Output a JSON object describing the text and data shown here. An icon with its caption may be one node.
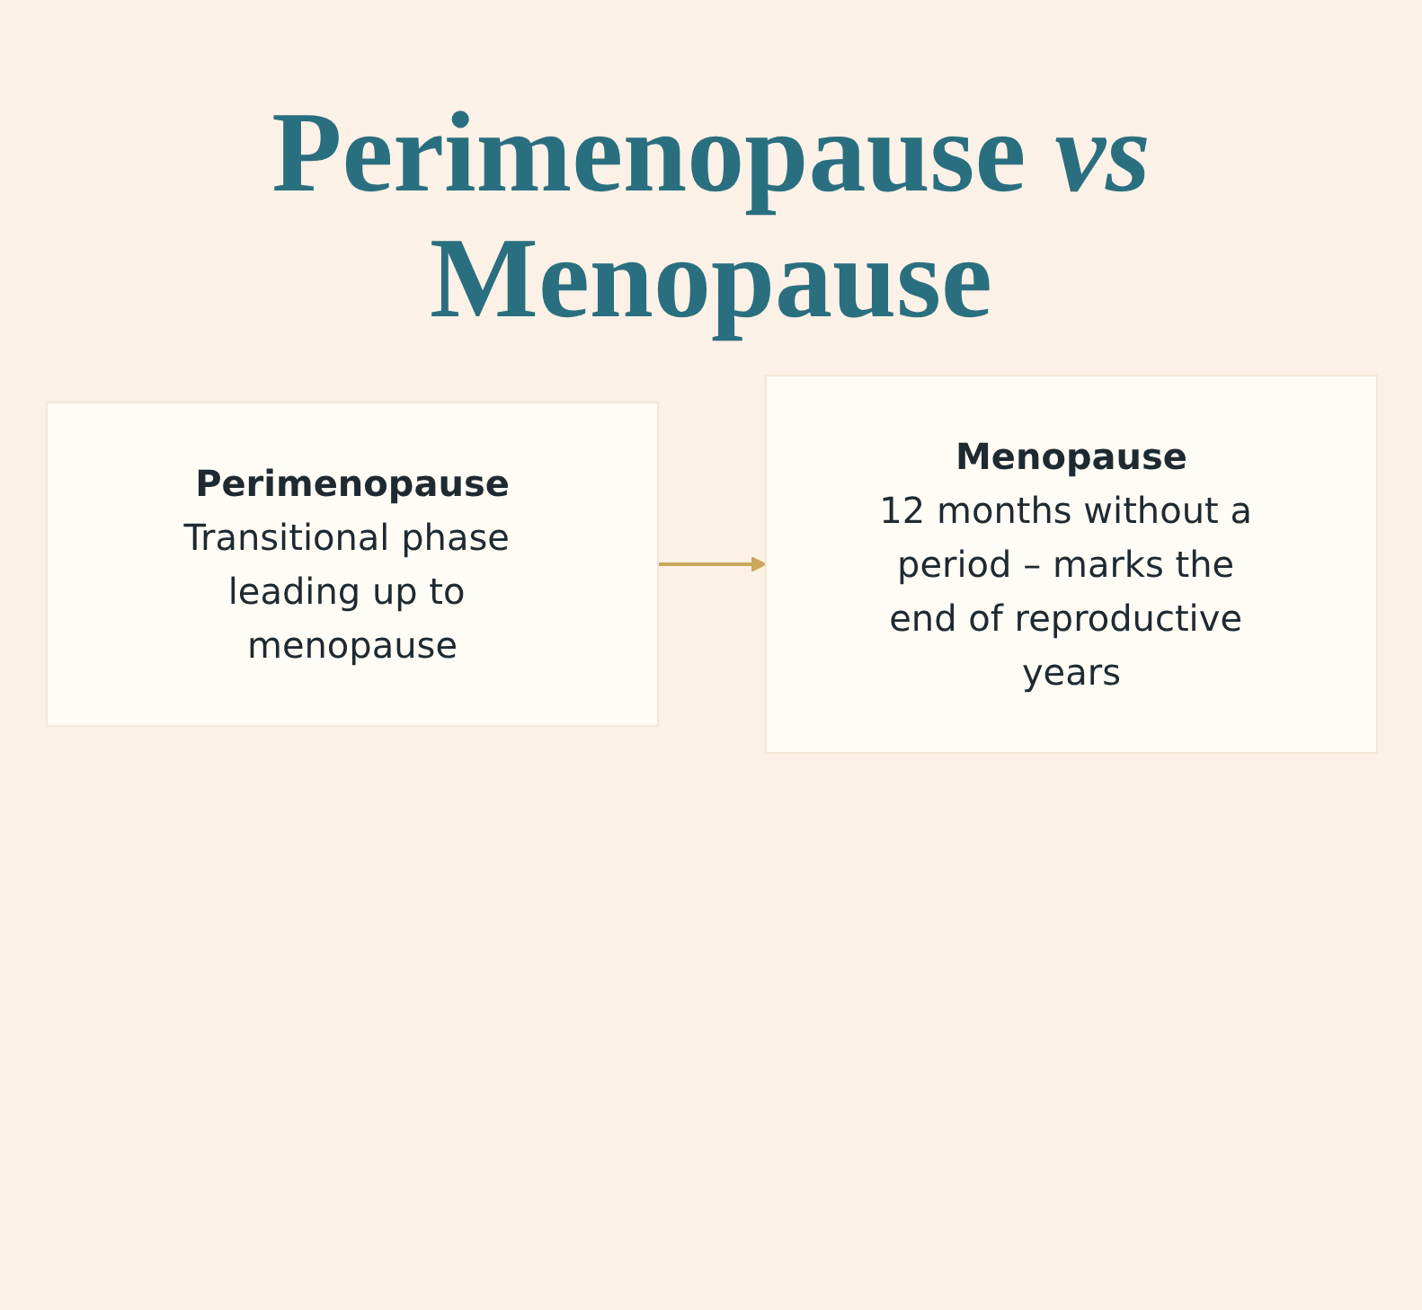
{
  "diagram": {
    "title": "Perimenopause *vs* Menopause",
    "nodes": [
      {
        "text": [
          "Perimenopause",
          "Transitional phase leading up to menopause"
        ]
      },
      {
        "text": [
          "Menopause",
          "12 months without a period – marks the end of reproductive years"
        ]
      }
    ],
    "edges": [
      {
        "from": 0,
        "to": 1,
        "arrow": "to"
      }
    ]
  }
}
